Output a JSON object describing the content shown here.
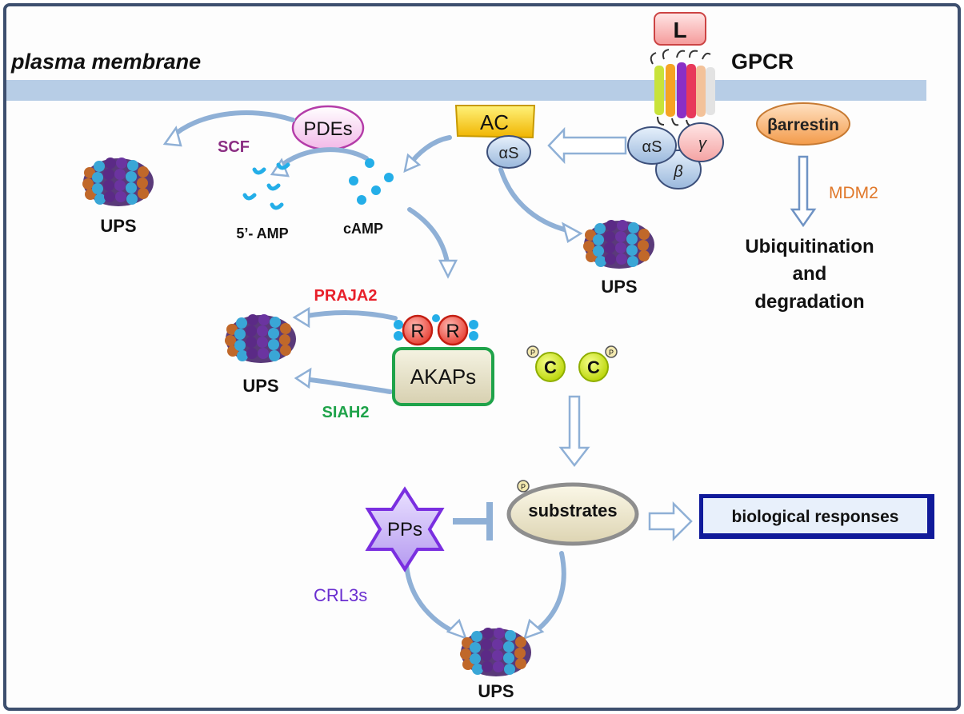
{
  "colors": {
    "frame": "#3d4f6e",
    "membrane": "#b7cde6",
    "arrow": "#8fb0d6",
    "ups_purple": "#5b2a86",
    "ups_blue": "#3aa6d6",
    "ups_orange": "#c0682a",
    "scf": "#8b2e83",
    "praja2": "#e8202a",
    "siah2": "#1fa34a",
    "mdm2": "#e0782a",
    "crl3s": "#6a2fd0",
    "camp_dot": "#24aee8",
    "responses_box": "#101a9a"
  },
  "labels": {
    "plasma_membrane": "plasma membrane",
    "gpcr": "GPCR",
    "ligand": "L",
    "pdes": "PDEs",
    "scf": "SCF",
    "ac": "AC",
    "alpha_s_ac": "αS",
    "alpha_s_gpcr": "αS",
    "gamma": "γ",
    "beta": "β",
    "beta_arrestin": "βarrestin",
    "mdm2": "MDM2",
    "ubiquitination_1": "Ubiquitination",
    "ubiquitination_2": "and",
    "ubiquitination_3": "degradation",
    "five_amp": "5’- AMP",
    "camp": "cAMP",
    "ups_left": "UPS",
    "ups_center": "UPS",
    "ups_akap": "UPS",
    "ups_bottom": "UPS",
    "praja2": "PRAJA2",
    "siah2": "SIAH2",
    "r1": "R",
    "r2": "R",
    "akaps": "AKAPs",
    "c1": "C",
    "c2": "C",
    "phospho": "P",
    "substrates": "substrates",
    "pps": "PPs",
    "biological_responses": "biological responses",
    "crl3s": "CRL3s"
  }
}
